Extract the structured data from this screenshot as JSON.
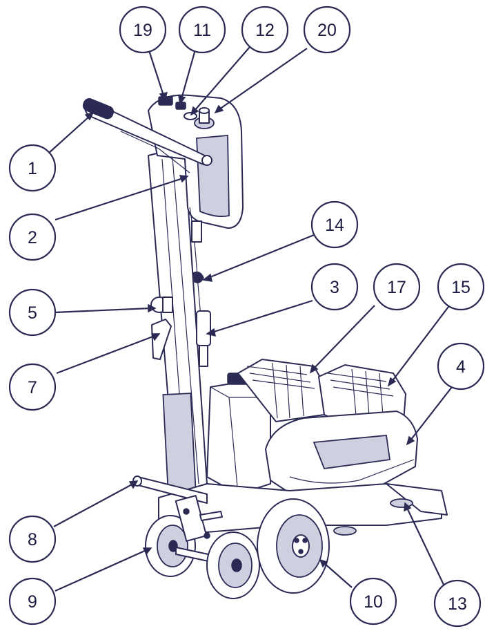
{
  "callouts": [
    {
      "label": "1"
    },
    {
      "label": "2"
    },
    {
      "label": "3"
    },
    {
      "label": "4"
    },
    {
      "label": "5"
    },
    {
      "label": "7"
    },
    {
      "label": "8"
    },
    {
      "label": "9"
    },
    {
      "label": "10"
    },
    {
      "label": "11"
    },
    {
      "label": "12"
    },
    {
      "label": "13"
    },
    {
      "label": "14"
    },
    {
      "label": "15"
    },
    {
      "label": "17"
    },
    {
      "label": "19"
    },
    {
      "label": "20"
    }
  ],
  "colors": {
    "line": "#2a2a55",
    "background": "#ffffff"
  }
}
